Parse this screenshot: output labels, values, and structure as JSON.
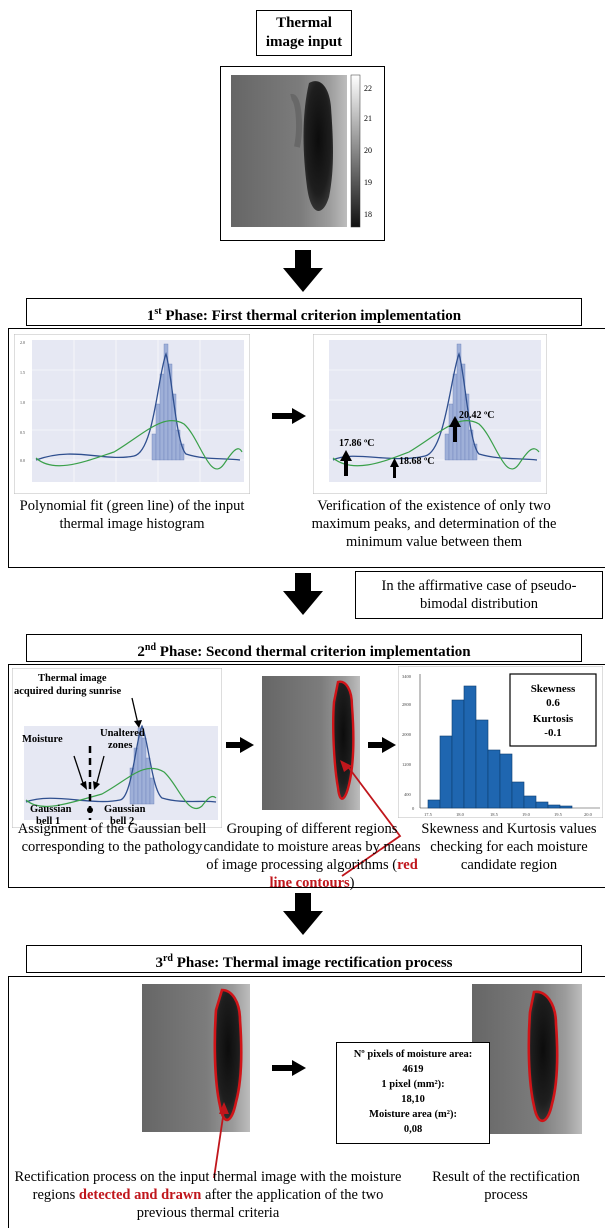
{
  "input": {
    "title_line1": "Thermal",
    "title_line2": "image input",
    "colorbar_ticks": [
      "22",
      "21",
      "20",
      "19",
      "18"
    ]
  },
  "phase1": {
    "title_prefix": "1",
    "title_sup": "st",
    "title_rest": " Phase: First thermal criterion implementation",
    "caption_left": "Polynomial fit (green line) of the input thermal image histogram",
    "caption_right": "Verification of the existence of only two maximum peaks, and determination of the minimum value between them",
    "peak1": "17.86 ºC",
    "min": "18.68 ºC",
    "peak2": "20.42 ºC"
  },
  "affirmative": {
    "text": "In the affirmative case of pseudo-bimodal distribution"
  },
  "phase2": {
    "title_prefix": "2",
    "title_sup": "nd",
    "title_rest": " Phase: Second thermal criterion implementation",
    "label_thermal_line1": "Thermal image",
    "label_thermal_line2": "acquired during sunrise",
    "label_moisture": "Moisture",
    "label_unaltered_line1": "Unaltered",
    "label_unaltered_line2": "zones",
    "label_bell1_line1": "Gaussian",
    "label_bell1_line2": "bell 1",
    "label_bell2_line1": "Gaussian",
    "label_bell2_line2": "bell 2",
    "stats_skewness_label": "Skewness",
    "stats_skewness_value": "0.6",
    "stats_kurtosis_label": "Kurtosis",
    "stats_kurtosis_value": "-0.1",
    "caption_left": "Assignment of the Gaussian bell corresponding to the pathology",
    "caption_mid_pre": "Grouping of different regions candidate to moisture areas by means of image processing algorithms (",
    "caption_mid_red": "red line contours",
    "caption_mid_post": ")",
    "caption_right": "Skewness and Kurtosis values checking for each moisture candidate region",
    "hist_xticks": [
      "17.5",
      "18.0",
      "18.5",
      "19.0",
      "19.5",
      "20.0"
    ],
    "hist_yticks": [
      "3400",
      "3200",
      "2800",
      "2400",
      "2000",
      "1600",
      "1200",
      "800",
      "400",
      "0"
    ]
  },
  "phase3": {
    "title_prefix": "3",
    "title_sup": "rd",
    "title_rest": " Phase: Thermal image rectification process",
    "info_pixels_label": "Nº pixels of moisture area:",
    "info_pixels_value": "4619",
    "info_pixel_label": "1 pixel (mm²):",
    "info_pixel_value": "18,10",
    "info_area_label": "Moisture area (m²):",
    "info_area_value": "0,08",
    "caption_left_pre": "Rectification process on the input thermal image with the moisture regions ",
    "caption_left_red": "detected and drawn",
    "caption_left_post": " after the application of the two previous thermal criteria",
    "caption_right": "Result of the rectification process"
  },
  "colors": {
    "accent_red": "#c0161c",
    "fit_green": "#3aa04a",
    "kde_blue": "#2f4f8f",
    "hist_blue": "#1f66b0"
  }
}
